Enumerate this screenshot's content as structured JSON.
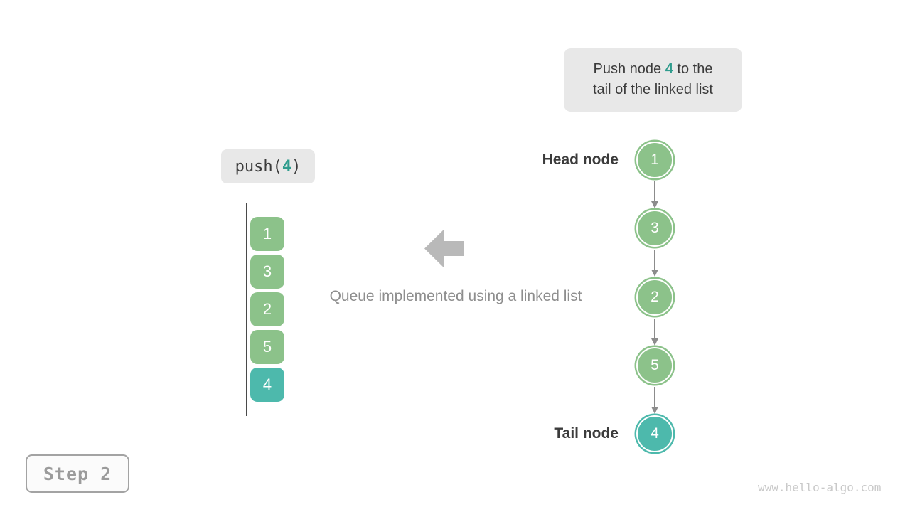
{
  "colors": {
    "green": "#8cc28a",
    "teal": "#4db9ac",
    "highlight_text": "#2f9c8d",
    "callout_bg": "#e8e8e8",
    "arrow_gray": "#8c8c8c",
    "block_arrow_gray": "#b9b9b9"
  },
  "callout": {
    "line1_before": "Push node ",
    "line1_value": "4",
    "line1_after": " to the",
    "line2": "tail of the linked list"
  },
  "push_label": {
    "before": "push(",
    "value": "4",
    "after": ")"
  },
  "queue": {
    "items": [
      {
        "value": "1",
        "color": "green"
      },
      {
        "value": "3",
        "color": "green"
      },
      {
        "value": "2",
        "color": "green"
      },
      {
        "value": "5",
        "color": "green"
      },
      {
        "value": "4",
        "color": "teal"
      }
    ]
  },
  "caption": "Queue implemented using a linked list",
  "linked_list": {
    "head_label": "Head node",
    "tail_label": "Tail node",
    "nodes": [
      {
        "value": "1",
        "color": "green"
      },
      {
        "value": "3",
        "color": "green"
      },
      {
        "value": "2",
        "color": "green"
      },
      {
        "value": "5",
        "color": "green"
      },
      {
        "value": "4",
        "color": "teal"
      }
    ]
  },
  "step_label": "Step 2",
  "watermark": "www.hello-algo.com"
}
